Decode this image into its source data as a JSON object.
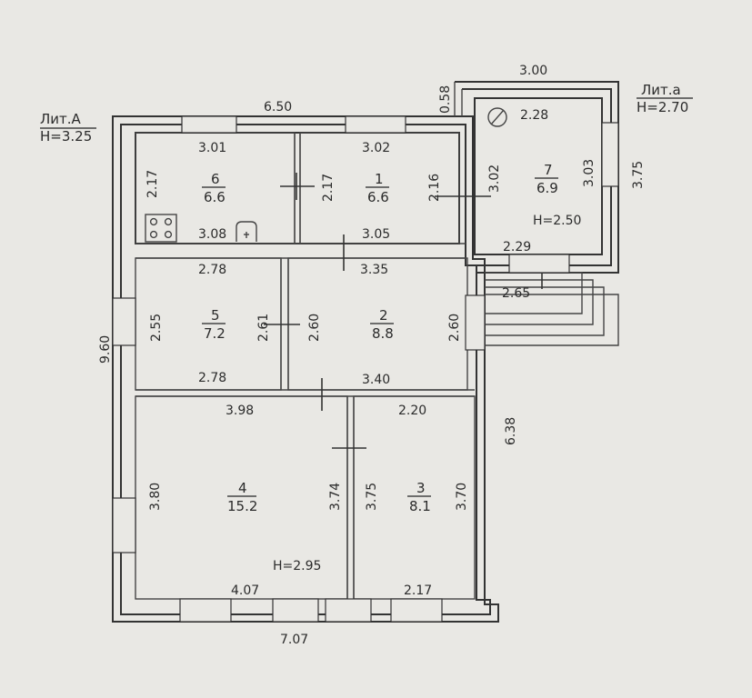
{
  "labels": {
    "lit_a": "Лит.А",
    "h_a": "H=3.25",
    "lit_a_small": "Лит.а",
    "h_a_small": "H=2.70",
    "h_annex": "H=2.50",
    "h_main": "H=2.95"
  },
  "overall": {
    "top_width": "6.50",
    "bottom_width": "7.07",
    "left_height": "9.60",
    "right_height": "6.38",
    "annex_width": "3.00",
    "annex_offset": "0.58",
    "annex_depth": "3.75"
  },
  "rooms": [
    {
      "id": "6",
      "number": "6",
      "area": "6.6",
      "dims": {
        "top": "3.01",
        "side": "2.17",
        "bottom": "3.08"
      }
    },
    {
      "id": "1",
      "number": "1",
      "area": "6.6",
      "dims": {
        "top": "3.02",
        "left": "2.17",
        "right": "2.16",
        "bottom": "3.05"
      }
    },
    {
      "id": "7",
      "number": "7",
      "area": "6.9",
      "dims": {
        "top": "2.28",
        "left": "3.02",
        "right": "3.03",
        "bottom": "2.29"
      }
    },
    {
      "id": "5",
      "number": "5",
      "area": "7.2",
      "dims": {
        "top": "2.78",
        "left": "2.55",
        "right": "2.61",
        "bottom": "2.78"
      }
    },
    {
      "id": "2",
      "number": "2",
      "area": "8.8",
      "dims": {
        "top": "3.35",
        "left": "2.60",
        "right": "2.60",
        "bottom": "3.40"
      }
    },
    {
      "id": "4",
      "number": "4",
      "area": "15.2",
      "dims": {
        "top": "3.98",
        "left": "3.80",
        "right": "3.74",
        "bottom": "4.07"
      }
    },
    {
      "id": "3",
      "number": "3",
      "area": "8.1",
      "dims": {
        "top": "2.20",
        "left": "3.75",
        "right": "3.70",
        "bottom": "2.17"
      }
    }
  ],
  "porch": {
    "width": "2.65"
  }
}
